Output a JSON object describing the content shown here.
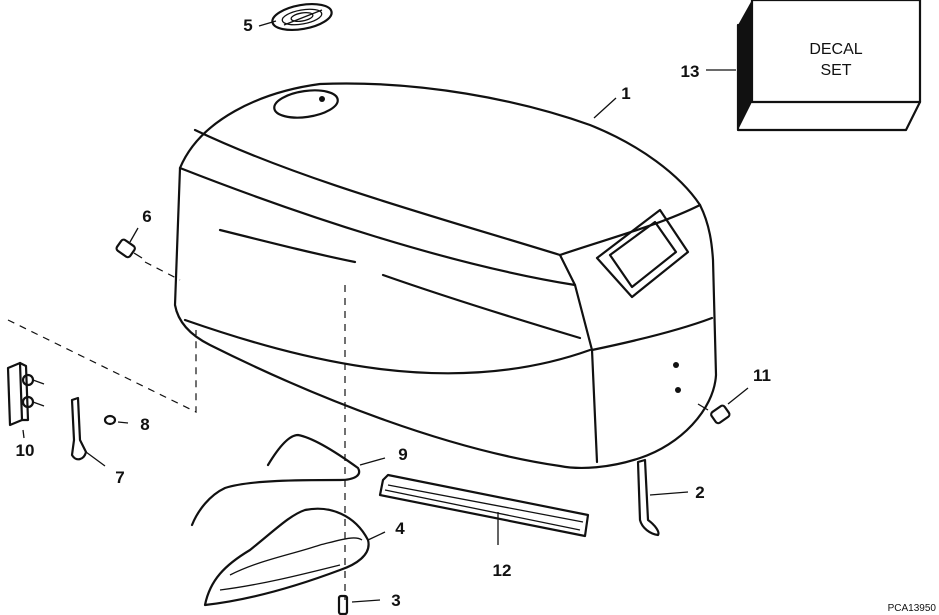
{
  "decal": {
    "line1": "DECAL",
    "line2": "SET"
  },
  "drawing_code": "PCA13950",
  "callouts": [
    "1",
    "2",
    "3",
    "4",
    "5",
    "6",
    "7",
    "8",
    "9",
    "10",
    "11",
    "12",
    "13"
  ]
}
